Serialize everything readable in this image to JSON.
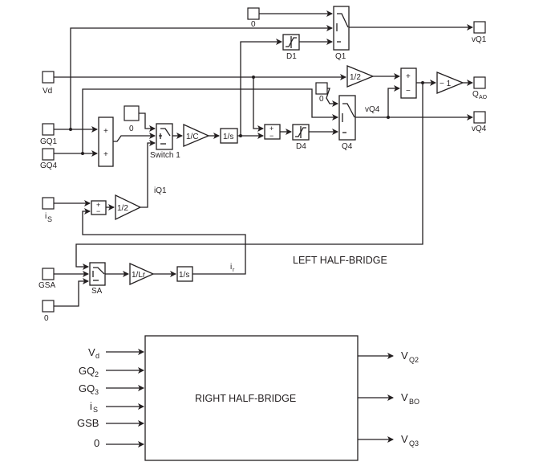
{
  "left_half_bridge": {
    "title": "LEFT HALF-BRIDGE",
    "inports": {
      "vd": "Vd",
      "gq1": "GQ1",
      "gq4": "GQ4",
      "is_main": "i",
      "is_sub": "S",
      "gsa": "GSA",
      "zero_sa": "0"
    },
    "constants": {
      "zero_q1": "0",
      "zero_switch1": "0",
      "zero_q4": "0"
    },
    "blocks": {
      "sum_gates": [
        "+",
        "+"
      ],
      "switch1": "Switch 1",
      "gain_c": "1/C",
      "integrator_v": "1/s",
      "d1": "D1",
      "q1": "Q1",
      "sum_d4": [
        "+",
        "−"
      ],
      "d4": "D4",
      "q4": "Q4",
      "gain_half_top": "1/2",
      "sum_out": [
        "+",
        "−"
      ],
      "gain_neg1": "− 1",
      "sum_is": [
        "+",
        "−"
      ],
      "gain_half_is": "1/2",
      "sa": "SA",
      "gain_lr": "1/Lr",
      "integrator_i": "1/s"
    },
    "signals": {
      "iq1": "iQ1",
      "vq4": "vQ4",
      "ir_main": "i",
      "ir_sub": "r"
    },
    "outports": {
      "vq1": "vQ1",
      "qao_main": "Q",
      "qao_sub": "AO",
      "vq4": "vQ4"
    }
  },
  "right_half_bridge": {
    "title": "RIGHT HALF-BRIDGE",
    "inputs": [
      {
        "main": "V",
        "sub": "d"
      },
      {
        "main": "GQ",
        "sub": "2"
      },
      {
        "main": "GQ",
        "sub": "3"
      },
      {
        "main": "i",
        "sub": "S"
      },
      {
        "main": "GSB",
        "sub": ""
      },
      {
        "main": "0",
        "sub": ""
      }
    ],
    "outputs": [
      {
        "main": "V",
        "sub": "Q2"
      },
      {
        "main": "V",
        "sub": "BO"
      },
      {
        "main": "V",
        "sub": "Q3"
      }
    ]
  }
}
